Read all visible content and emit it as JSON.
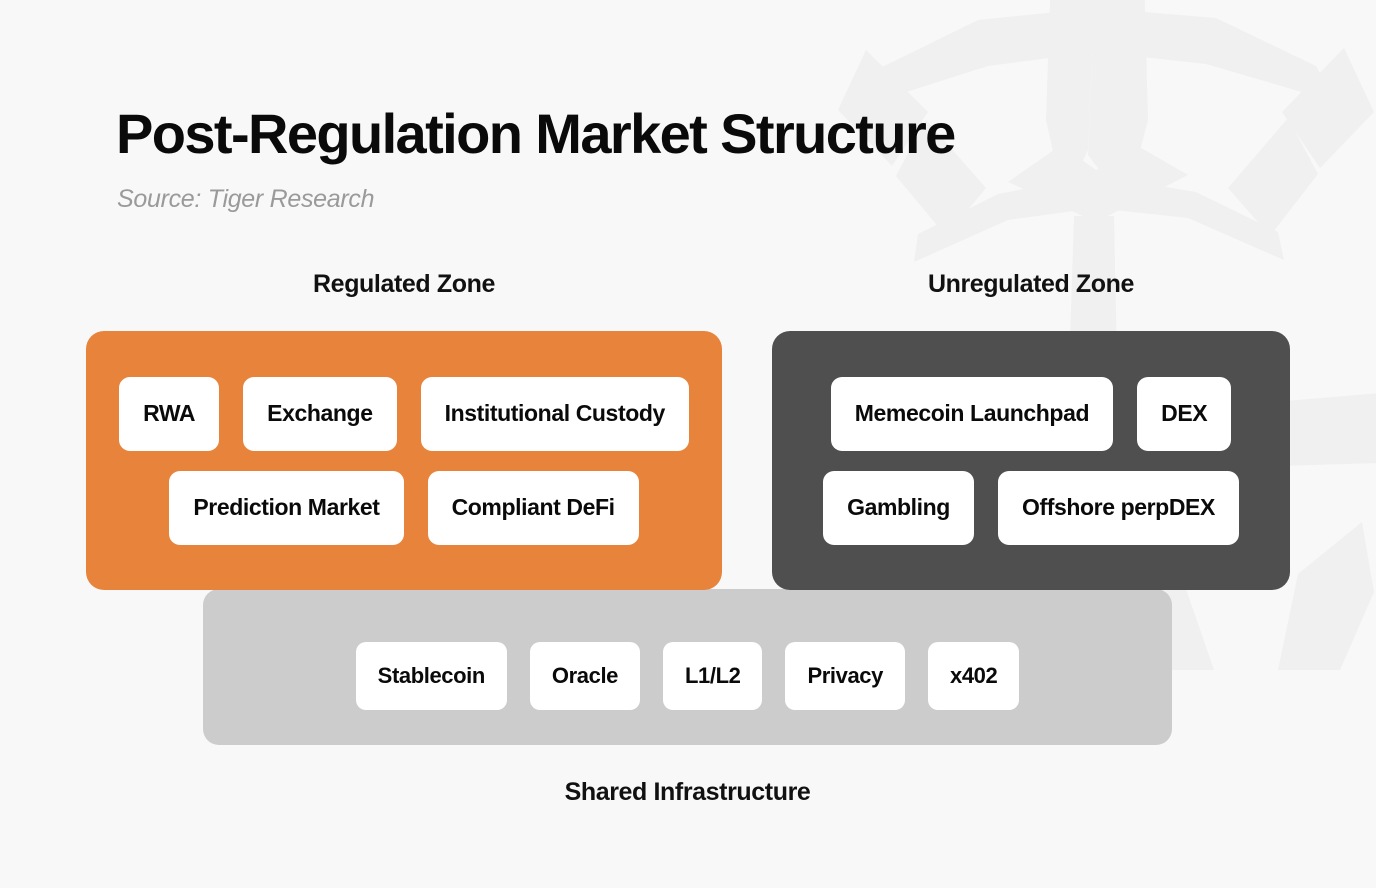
{
  "header": {
    "title": "Post-Regulation Market Structure",
    "source": "Source: Tiger Research"
  },
  "colors": {
    "background": "#F8F8F8",
    "regulated_zone": "#E8833C",
    "unregulated_zone": "#4F4F4F",
    "shared_infrastructure": "#CCCCCC",
    "chip_background": "#FFFFFF",
    "text": "#0A0A0A",
    "source_text": "#9A9A9A",
    "watermark": "#F0F0F0"
  },
  "diagram": {
    "type": "zone-diagram",
    "zones": [
      {
        "id": "regulated",
        "label": "Regulated Zone",
        "rows": [
          [
            "RWA",
            "Exchange",
            "Institutional Custody"
          ],
          [
            "Prediction Market",
            "Compliant DeFi"
          ]
        ]
      },
      {
        "id": "unregulated",
        "label": "Unregulated Zone",
        "rows": [
          [
            "Memecoin Launchpad",
            "DEX"
          ],
          [
            "Gambling",
            "Offshore perpDEX"
          ]
        ]
      }
    ],
    "shared": {
      "id": "shared-infrastructure",
      "label": "Shared Infrastructure",
      "items": [
        "Stablecoin",
        "Oracle",
        "L1/L2",
        "Privacy",
        "x402"
      ]
    }
  },
  "watermark": {
    "name": "tiger-research-watermark"
  }
}
